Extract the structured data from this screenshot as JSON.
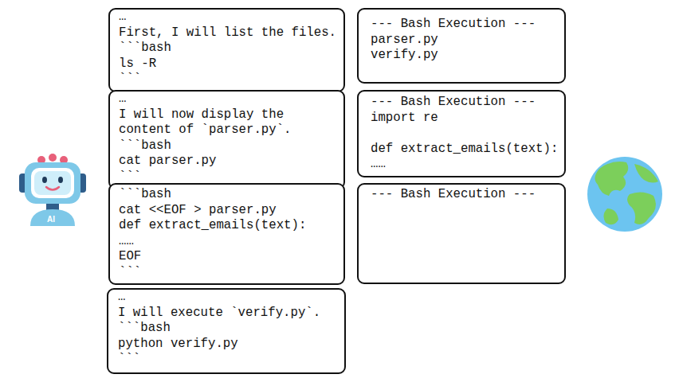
{
  "diagram": {
    "nodes": [
      {
        "text": [
          "…",
          "First, I will list the files.",
          "```bash",
          "ls -R",
          "```"
        ]
      },
      {
        "text": [
          "--- Bash Execution ---",
          "parser.py",
          "verify.py"
        ]
      },
      {
        "text": [
          "…",
          "I will now display the",
          "content of `parser.py`.",
          "```bash",
          "cat parser.py",
          "```"
        ]
      },
      {
        "text": [
          "--- Bash Execution ---",
          "import re",
          "def extract_emails(text):",
          "……"
        ]
      },
      {
        "text": [
          "```bash",
          "cat <<EOF > parser.py",
          "def extract_emails(text):",
          "……",
          "EOF",
          "```"
        ]
      },
      {
        "text": [
          "--- Bash Execution ---"
        ]
      },
      {
        "text": [
          "…",
          "I will execute `verify.py`.",
          "```bash",
          "python verify.py",
          "```"
        ]
      }
    ],
    "labels": [
      "AI"
    ]
  }
}
